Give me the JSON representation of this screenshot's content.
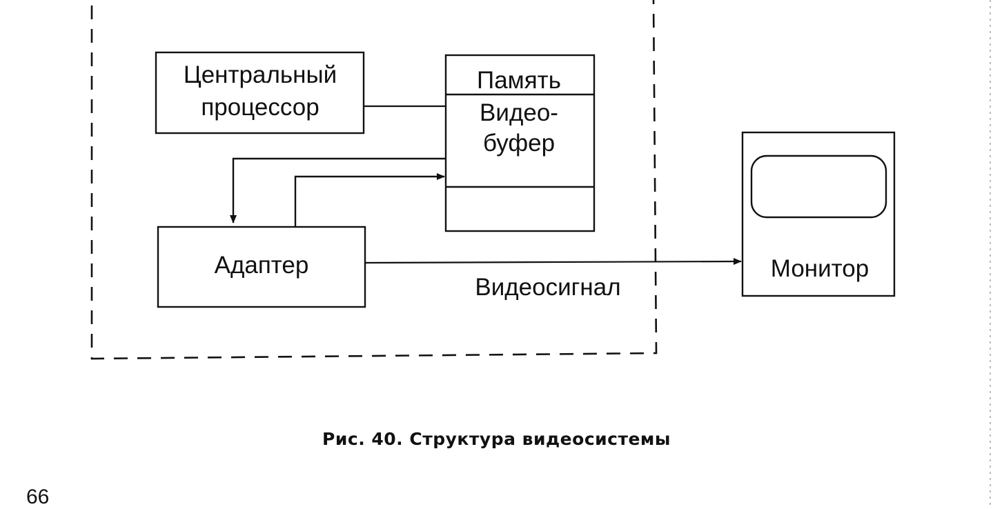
{
  "diagram": {
    "cpu_label": [
      "Центральный",
      "процессор"
    ],
    "memory_label": "Память",
    "videobuffer_label": [
      "Видео-",
      "буфер"
    ],
    "adapter_label": "Адаптер",
    "video_signal_label": "Видеосигнал",
    "monitor_label": "Монитор"
  },
  "caption": {
    "prefix": "Рис. 40.",
    "title": "Структура видеосистемы"
  },
  "page_number": "66"
}
